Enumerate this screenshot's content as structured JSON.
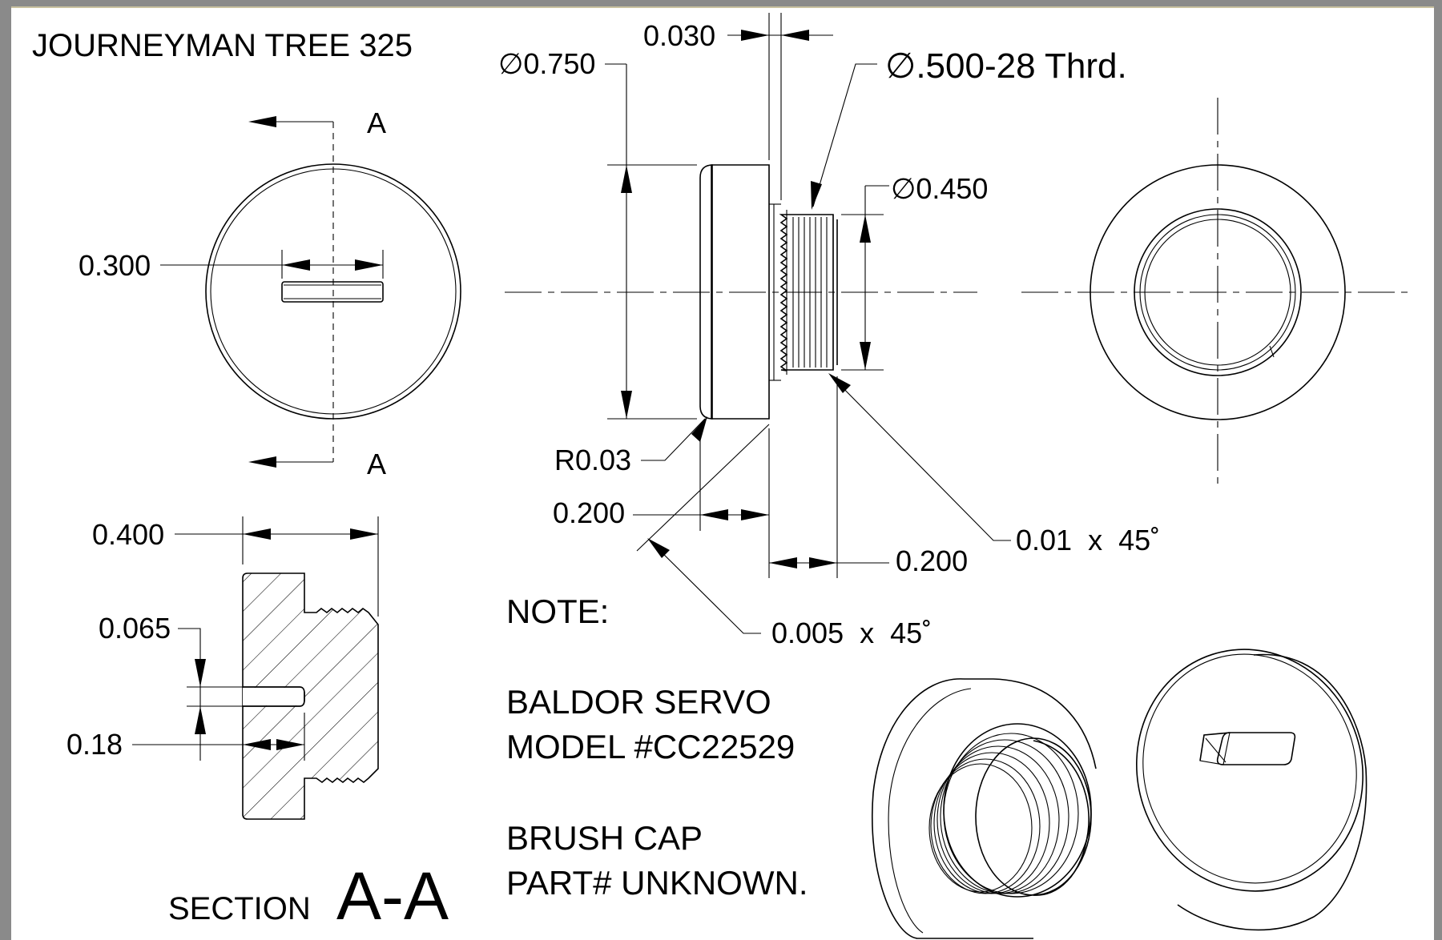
{
  "drawing": {
    "title": "JOURNEYMAN TREE 325",
    "section_marker": "A",
    "section_label_small": "SECTION",
    "section_label_big": "A-A"
  },
  "dimensions": {
    "front_slot_width": "0.300",
    "side_body_diameter": "∅0.750",
    "side_flange_gap": "0.030",
    "side_thread_spec": "∅.500-28 Thrd.",
    "side_thread_diameter": "∅0.450",
    "side_fillet_radius": "R0.03",
    "side_head_length": "0.200",
    "side_thread_length": "0.200",
    "side_chamfer_thread": "0.01  x  45˚",
    "side_chamfer_head": "0.005  x  45˚",
    "section_overall_length": "0.400",
    "section_slot_width": "0.065",
    "section_slot_depth": "0.18"
  },
  "notes": {
    "heading": "NOTE:",
    "line1": "BALDOR SERVO",
    "line2": "MODEL #CC22529",
    "line3": "BRUSH CAP",
    "line4": "PART# UNKNOWN."
  },
  "colors": {
    "line": "#000000",
    "paper": "#ffffff",
    "frame": "#8a8a8a"
  }
}
